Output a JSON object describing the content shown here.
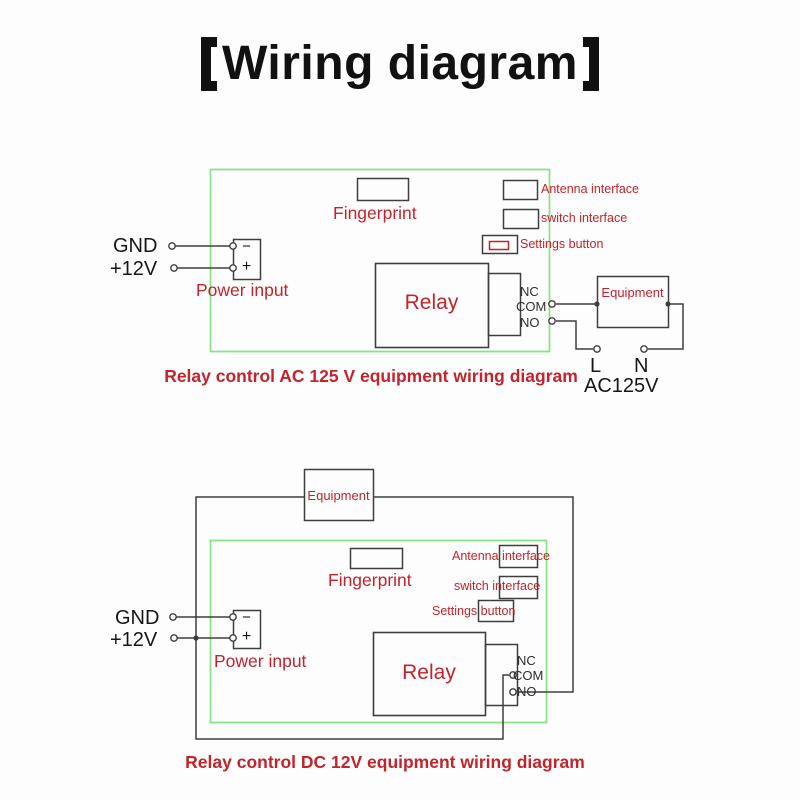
{
  "title": {
    "text": "Wiring diagram",
    "full": "【Wiring diagram】"
  },
  "colors": {
    "label_red": "#c2242c",
    "board_green": "#8ce08c",
    "wire_dark": "#3e3e3e",
    "background": "#fdfdfd"
  },
  "ac": {
    "caption": "Relay control AC 125 V equipment wiring diagram",
    "gnd": "GND",
    "plus12v": "+12V",
    "minus": "−",
    "plus": "+",
    "power_input": "Power input",
    "fingerprint": "Fingerprint",
    "antenna": "Antenna interface",
    "switch": "switch interface",
    "settings": "Settings button",
    "relay": "Relay",
    "nc": "NC",
    "com": "COM",
    "no": "NO",
    "equipment": "Equipment",
    "line_l": "L",
    "line_n": "N",
    "voltage": "AC125V"
  },
  "dc": {
    "caption": "Relay control DC 12V equipment wiring diagram",
    "gnd": "GND",
    "plus12v": "+12V",
    "minus": "−",
    "plus": "+",
    "power_input": "Power input",
    "fingerprint": "Fingerprint",
    "antenna": "Antenna interface",
    "switch": "switch interface",
    "settings": "Settings button",
    "relay": "Relay",
    "nc": "NC",
    "com": "COM",
    "no": "NO",
    "equipment": "Equipment"
  }
}
